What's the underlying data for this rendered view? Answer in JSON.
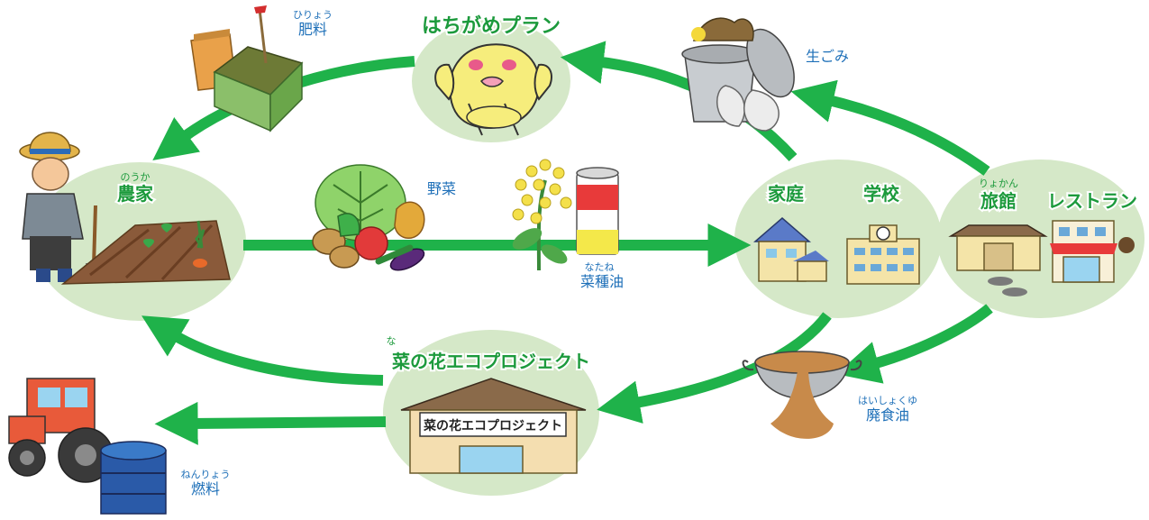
{
  "nodes": {
    "plan": {
      "label": "はちがめプラン"
    },
    "farmer": {
      "label": "農家",
      "ruby": "のうか"
    },
    "home_school": {
      "label_home": "家庭",
      "label_school": "学校"
    },
    "inn_restaurant": {
      "label_inn": "旅館",
      "ruby_inn": "りょかん",
      "label_restaurant": "レストラン"
    },
    "nanohana": {
      "label": "菜の花エコプロジェクト",
      "ruby": "な",
      "sign": "菜の花エコプロジェクト"
    }
  },
  "items": {
    "fertilizer": {
      "label": "肥料",
      "ruby": "ひりょう"
    },
    "vegetables": {
      "label": "野菜"
    },
    "rapeseed_oil": {
      "label": "菜種油",
      "ruby": "なたね"
    },
    "food_waste": {
      "label": "生ごみ"
    },
    "waste_oil": {
      "label": "廃食油",
      "ruby": "はいしょくゆ"
    },
    "fuel": {
      "label": "燃料",
      "ruby": "ねんりょう"
    }
  },
  "colors": {
    "arrow": "#1fb24a",
    "node_fill": "#d5e8c8",
    "label_green": "#1c9a3c",
    "label_blue": "#1d6fb8"
  }
}
